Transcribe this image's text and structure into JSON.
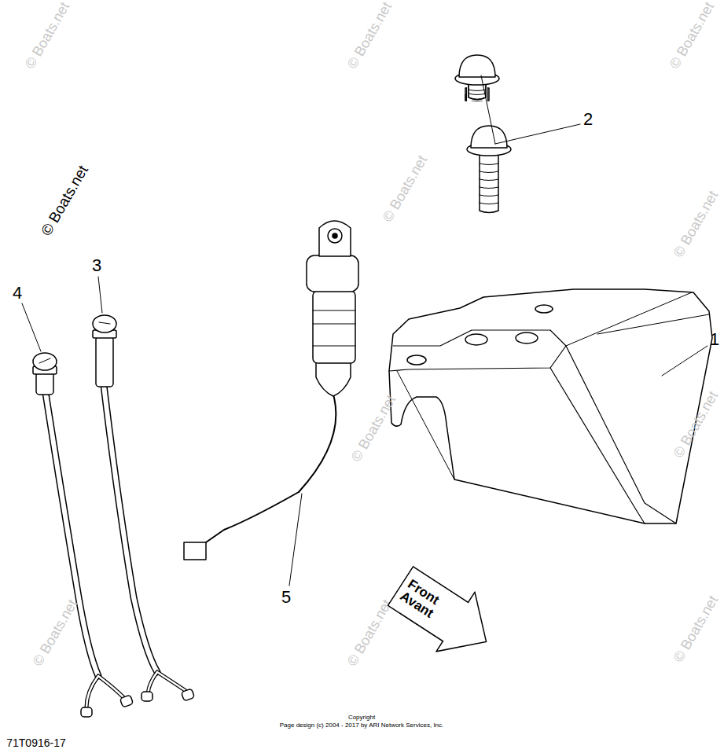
{
  "diagram": {
    "nodes": [
      {
        "text": [
          "Front Avant"
        ]
      }
    ],
    "labels": [
      "© Boats.net",
      "4",
      "3",
      "5",
      "2",
      "1",
      "Copyright",
      "Page design (c) 2004 - 2017 by ARI Network Services, Inc.",
      "71T0916-17",
      "© Boats.net",
      "© Boats.net",
      "© Boats.net",
      "© Boats.net",
      "© Boats.net",
      "© Boats.net",
      "© Boats.net",
      "© Boats.net",
      "© Boats.net",
      "© Boats.net"
    ]
  }
}
